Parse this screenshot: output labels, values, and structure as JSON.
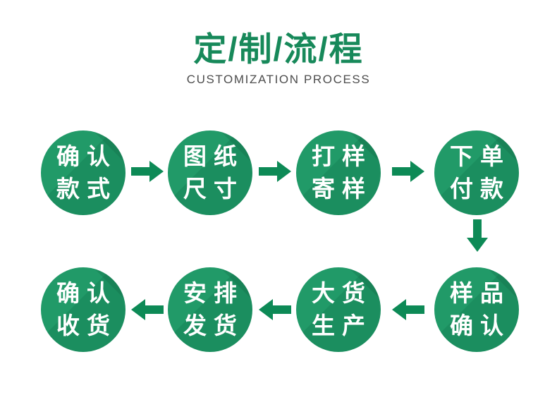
{
  "theme": {
    "page-bg": "#ffffff",
    "title-green": "#17895a",
    "subtitle-gray": "#4d4d4d",
    "circle-green-light": "#219a68",
    "circle-green-dark": "#1b8e5f",
    "arrow-green": "#0d8a56",
    "step-text": "#ffffff"
  },
  "header": {
    "title": "定/制/流/程",
    "subtitle": "CUSTOMIZATION PROCESS"
  },
  "flow": {
    "row1": {
      "direction": "left-to-right",
      "steps": [
        {
          "line1": "确认",
          "line2": "款式"
        },
        {
          "line1": "图纸",
          "line2": "尺寸"
        },
        {
          "line1": "打样",
          "line2": "寄样"
        },
        {
          "line1": "下单",
          "line2": "付款"
        }
      ]
    },
    "row2": {
      "direction": "right-to-left",
      "steps": [
        {
          "line1": "确认",
          "line2": "收货"
        },
        {
          "line1": "安排",
          "line2": "发货"
        },
        {
          "line1": "大货",
          "line2": "生产"
        },
        {
          "line1": "样品",
          "line2": "确认"
        }
      ]
    }
  }
}
